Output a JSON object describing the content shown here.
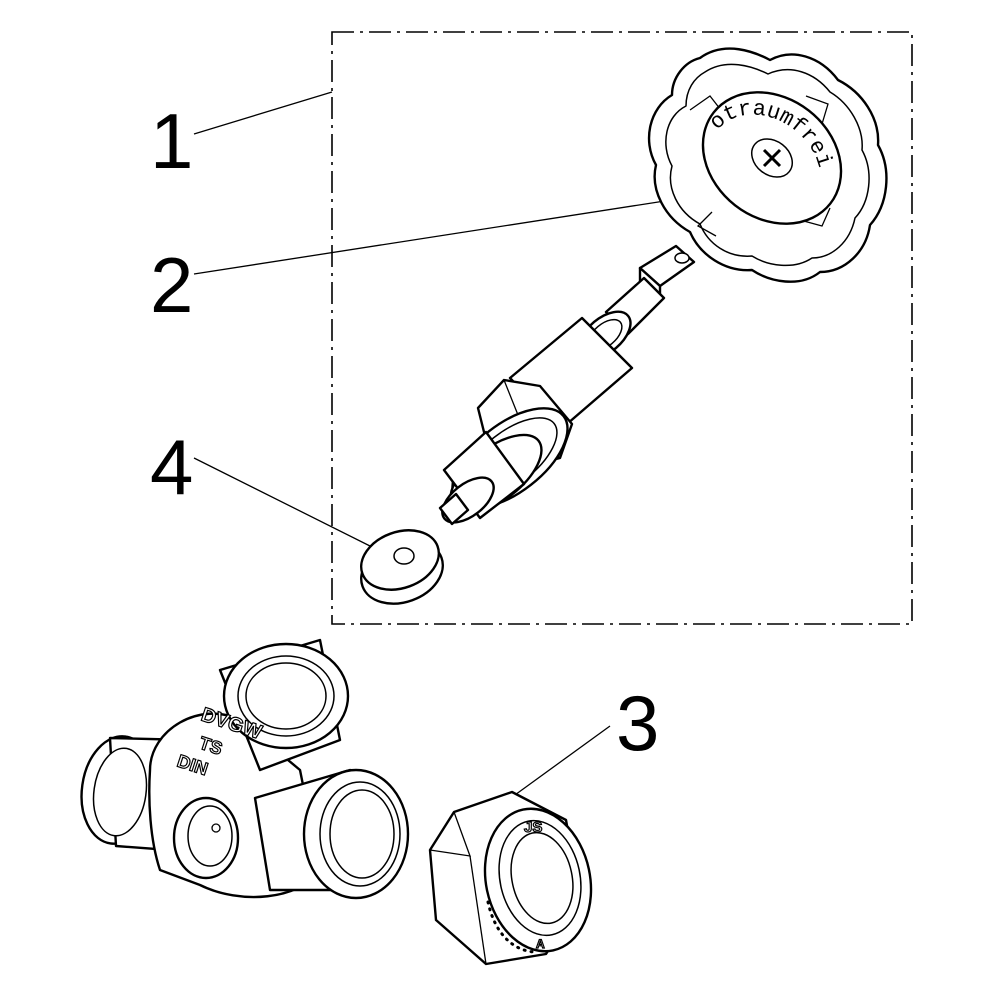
{
  "callouts": {
    "c1": "1",
    "c2": "2",
    "c3": "3",
    "c4": "4"
  },
  "markings": {
    "knob_lettering": "otraumfrei",
    "body_line1": "DVGW",
    "body_line2": "TS",
    "body_line3": "DIN",
    "nut_mark": "JS",
    "nut_small": "A"
  },
  "icons": {
    "knob_center": "plus-cross-icon"
  }
}
